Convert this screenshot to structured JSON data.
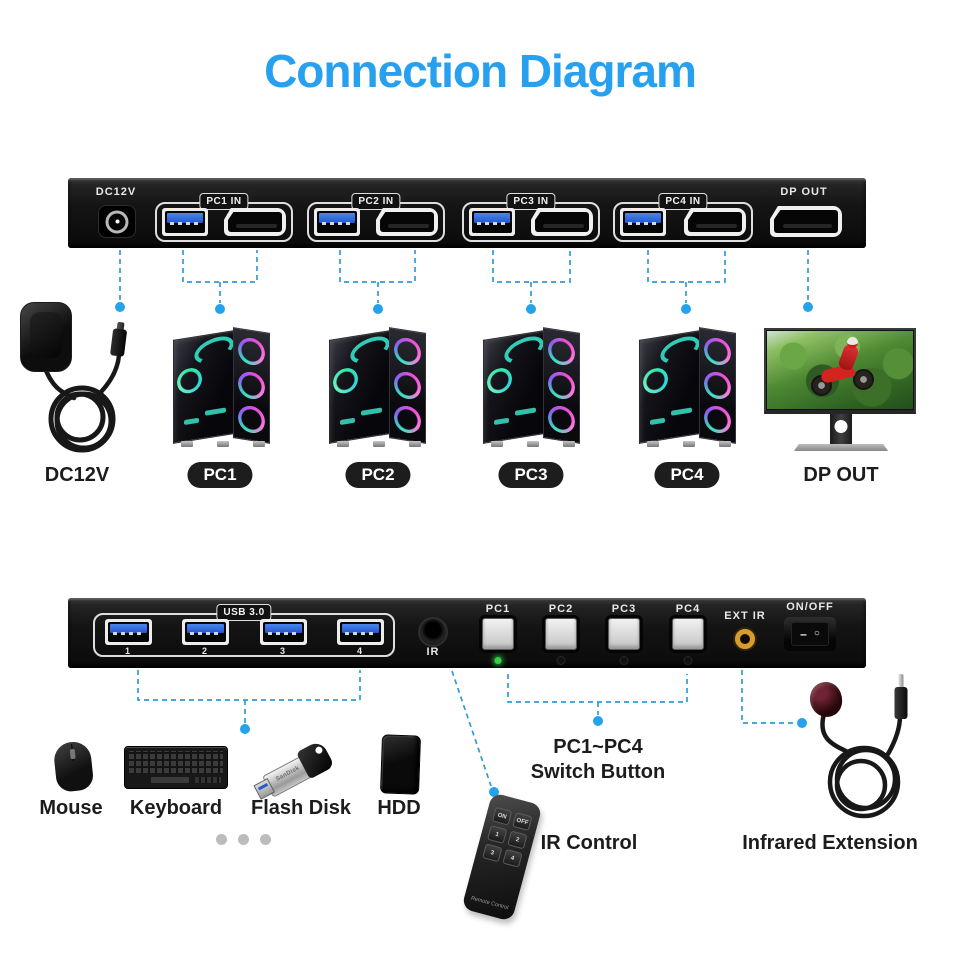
{
  "title": "Connection Diagram",
  "rear_panel": {
    "dc_label": "DC12V",
    "groups": [
      {
        "label": "PC1 IN"
      },
      {
        "label": "PC2 IN"
      },
      {
        "label": "PC3 IN"
      },
      {
        "label": "PC4 IN"
      }
    ],
    "dp_out_label": "DP OUT"
  },
  "device_row_top": {
    "power_label": "DC12V",
    "pc_labels": [
      "PC1",
      "PC2",
      "PC3",
      "PC4"
    ],
    "monitor_label": "DP OUT"
  },
  "front_panel": {
    "usb_group_label": "USB 3.0",
    "usb_port_numbers": [
      "1",
      "2",
      "3",
      "4"
    ],
    "ir_label": "IR",
    "button_labels": [
      "PC1",
      "PC2",
      "PC3",
      "PC4"
    ],
    "ext_ir_label": "EXT IR",
    "power_switch_label": "ON/OFF",
    "rocker_line": "–",
    "rocker_circle": "○"
  },
  "device_row_bottom": {
    "mouse_label": "Mouse",
    "keyboard_label": "Keyboard",
    "flash_label": "Flash Disk",
    "flash_brand": "SanDisk",
    "hdd_label": "HDD",
    "switch_button_line1": "PC1~PC4",
    "switch_button_line2": "Switch Button",
    "ir_control_label": "IR Control",
    "infrared_extension_label": "Infrared Extension"
  },
  "remote": {
    "buttons": [
      "ON",
      "OFF",
      "1",
      "2",
      "3",
      "4"
    ],
    "brand": "Remote Control"
  },
  "colors": {
    "accent_blue": "#27a0f0",
    "dashed_line": "#2f9bd6",
    "connector_dot": "#25a3ea",
    "led_green": "#2fd04a",
    "ext_ir_gold": "#d89b2e"
  }
}
